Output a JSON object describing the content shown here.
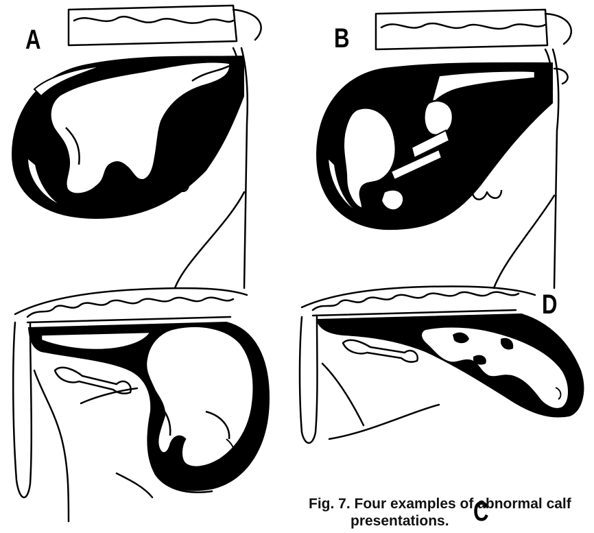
{
  "panels": [
    {
      "id": "A",
      "label": "A"
    },
    {
      "id": "B",
      "label": "B"
    },
    {
      "id": "C",
      "label": "C"
    },
    {
      "id": "D",
      "label": "D"
    }
  ],
  "caption": {
    "line1": "Fig. 7. Four examples of abnormal calf",
    "line2": "presentations."
  }
}
